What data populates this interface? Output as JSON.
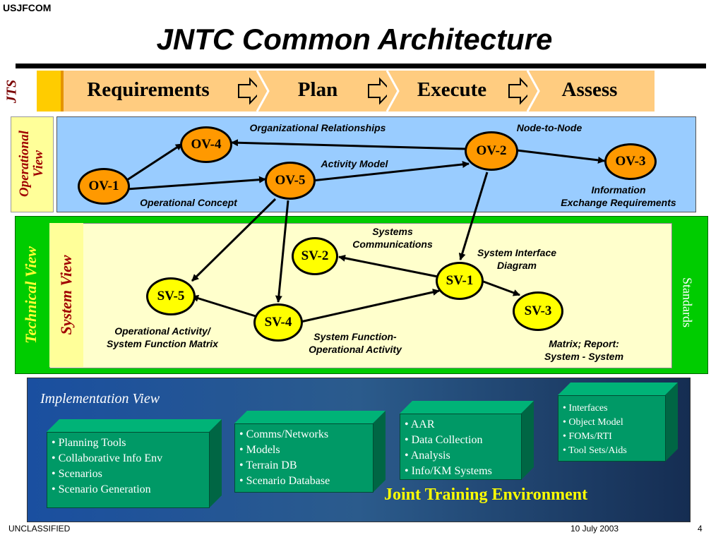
{
  "header": {
    "org": "USJFCOM",
    "title": "JNTC Common Architecture"
  },
  "jts": {
    "label": "JTS",
    "phases": [
      "Requirements",
      "Plan",
      "Execute",
      "Assess"
    ]
  },
  "operational_view": {
    "label_line1": "Operational",
    "label_line2": "View",
    "nodes": {
      "ov1": "OV-1",
      "ov2": "OV-2",
      "ov3": "OV-3",
      "ov4": "OV-4",
      "ov5": "OV-5"
    },
    "labels": {
      "org_rel": "Organizational Relationships",
      "node_to_node": "Node-to-Node",
      "activity_model": "Activity Model",
      "info_ex_1": "Information",
      "info_ex_2": "Exchange Requirements",
      "op_concept": "Operational Concept"
    }
  },
  "technical_view": {
    "label": "Technical View",
    "standards": "Standards"
  },
  "system_view": {
    "label": "System View",
    "nodes": {
      "sv1": "SV-1",
      "sv2": "SV-2",
      "sv3": "SV-3",
      "sv4": "SV-4",
      "sv5": "SV-5"
    },
    "labels": {
      "sys_comm_1": "Systems",
      "sys_comm_2": "Communications",
      "sys_if_1": "System Interface",
      "sys_if_2": "Diagram",
      "op_act_1": "Operational Activity/",
      "op_act_2": "System Function Matrix",
      "sys_func_1": "System Function-",
      "sys_func_2": "Operational Activity",
      "matrix_1": "Matrix; Report:",
      "matrix_2": "System - System"
    }
  },
  "implementation_view": {
    "title": "Implementation View",
    "environment": "Joint Training Environment",
    "cards": [
      {
        "items": [
          "• Planning Tools",
          "• Collaborative Info Env",
          "• Scenarios",
          "• Scenario Generation"
        ]
      },
      {
        "items": [
          "• Comms/Networks",
          "• Models",
          "• Terrain DB",
          "• Scenario Database"
        ]
      },
      {
        "items": [
          "• AAR",
          "• Data Collection",
          "• Analysis",
          "• Info/KM Systems"
        ]
      },
      {
        "items": [
          "• Interfaces",
          "• Object Model",
          "• FOMs/RTI",
          "• Tool Sets/Aids"
        ]
      }
    ]
  },
  "footer": {
    "classification": "UNCLASSIFIED",
    "date": "10 July 2003",
    "page": "4"
  },
  "colors": {
    "ov_node": "#ff9900",
    "sv_node": "#ffff00",
    "op_bg": "#99ccff",
    "tech_bg": "#00cc00",
    "jts_bg": "#ffcc80",
    "card": "#009966"
  }
}
